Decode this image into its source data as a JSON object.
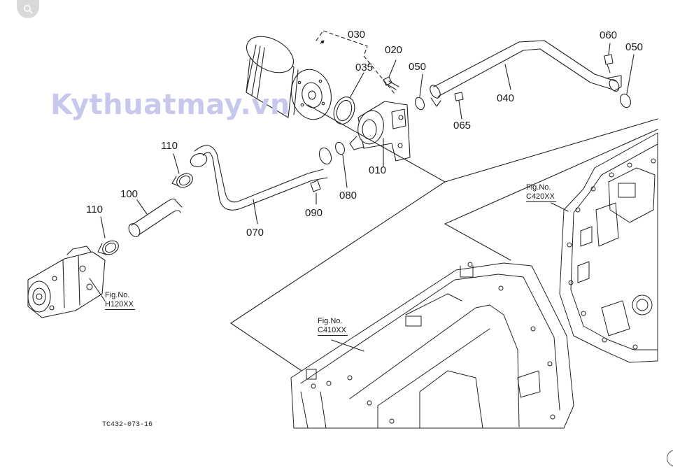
{
  "watermark": "Kythuatmay.vn",
  "icons": {
    "search": "search-icon"
  },
  "callouts": {
    "p030": "030",
    "p035": "035",
    "p020": "020",
    "p050a": "050",
    "p040": "040",
    "p060": "060",
    "p050b": "050",
    "p065": "065",
    "p010": "010",
    "p080": "080",
    "p090": "090",
    "p070": "070",
    "p110a": "110",
    "p100": "100",
    "p110b": "110"
  },
  "figure_refs": {
    "h120": {
      "label": "Fig.No.",
      "number": "H120XX"
    },
    "c420": {
      "label": "Fig.No.",
      "number": "C420XX"
    },
    "c410": {
      "label": "Fig.No.",
      "number": "C410XX"
    }
  },
  "drawing_code": "TC432-073-16"
}
